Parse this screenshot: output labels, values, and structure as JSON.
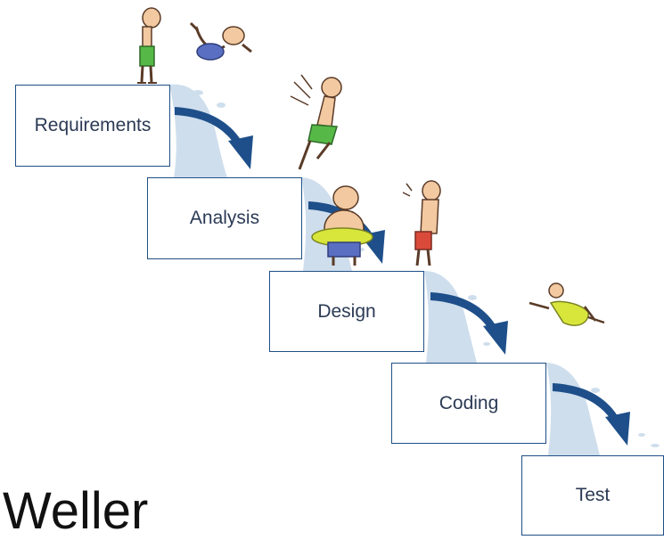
{
  "diagram": {
    "steps": [
      {
        "label": "Requirements"
      },
      {
        "label": "Analysis"
      },
      {
        "label": "Design"
      },
      {
        "label": "Coding"
      },
      {
        "label": "Test"
      }
    ],
    "caption": "Weller",
    "colors": {
      "box_border": "#1f4f86",
      "arrow": "#1e4f8a",
      "splash": "#c7d9ea",
      "text": "#2b3a55",
      "skin": "#f2c9a0",
      "trunks_green": "#56b947",
      "trunks_blue": "#5a6fc2",
      "trunks_red": "#d94a3a",
      "swim_ring": "#d8e63c"
    }
  }
}
